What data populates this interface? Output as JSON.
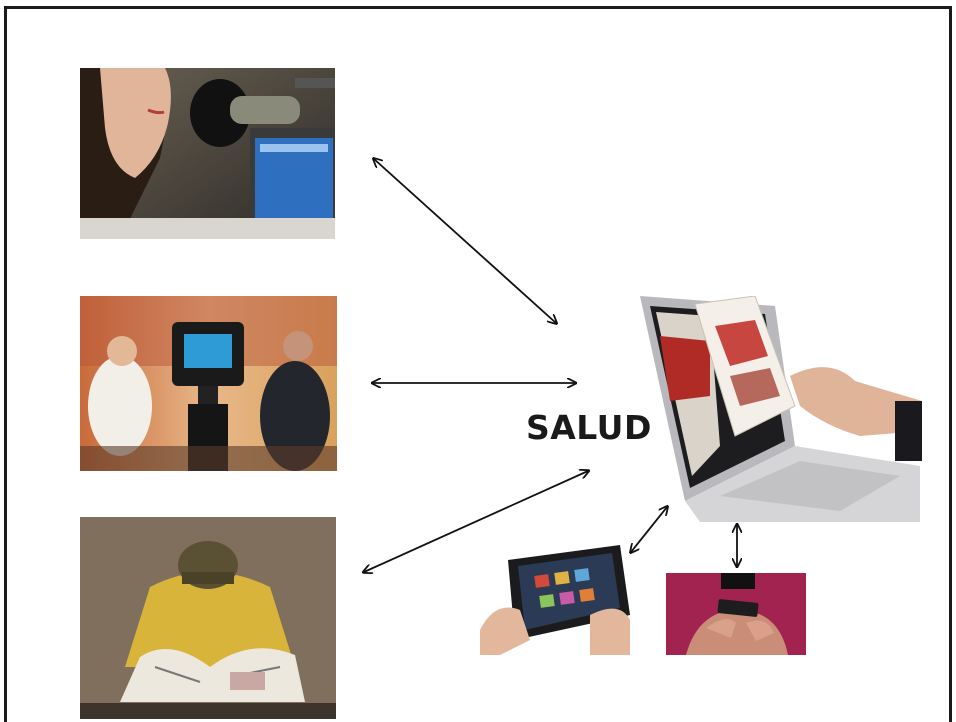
{
  "diagram": {
    "center_label": "SALUD",
    "nodes": [
      {
        "id": "radio",
        "icon": "radio-microphone-photo"
      },
      {
        "id": "television",
        "icon": "tv-camera-photo"
      },
      {
        "id": "newspaper",
        "icon": "newspaper-reader-photo"
      },
      {
        "id": "digital-media",
        "icon": "laptop-magazine-photo"
      },
      {
        "id": "tablet",
        "icon": "tablet-photo"
      },
      {
        "id": "smartphone",
        "icon": "smartphone-photo"
      }
    ],
    "edges": [
      {
        "from": "radio",
        "to": "center",
        "direction": "both"
      },
      {
        "from": "television",
        "to": "center",
        "direction": "both"
      },
      {
        "from": "newspaper",
        "to": "center",
        "direction": "both"
      },
      {
        "from": "digital-media",
        "to": "tablet",
        "direction": "both"
      },
      {
        "from": "digital-media",
        "to": "smartphone",
        "direction": "both"
      }
    ],
    "colors": {
      "arrow": "#111111",
      "frame": "#1a1a1a",
      "label": "#1a1a1a"
    }
  }
}
